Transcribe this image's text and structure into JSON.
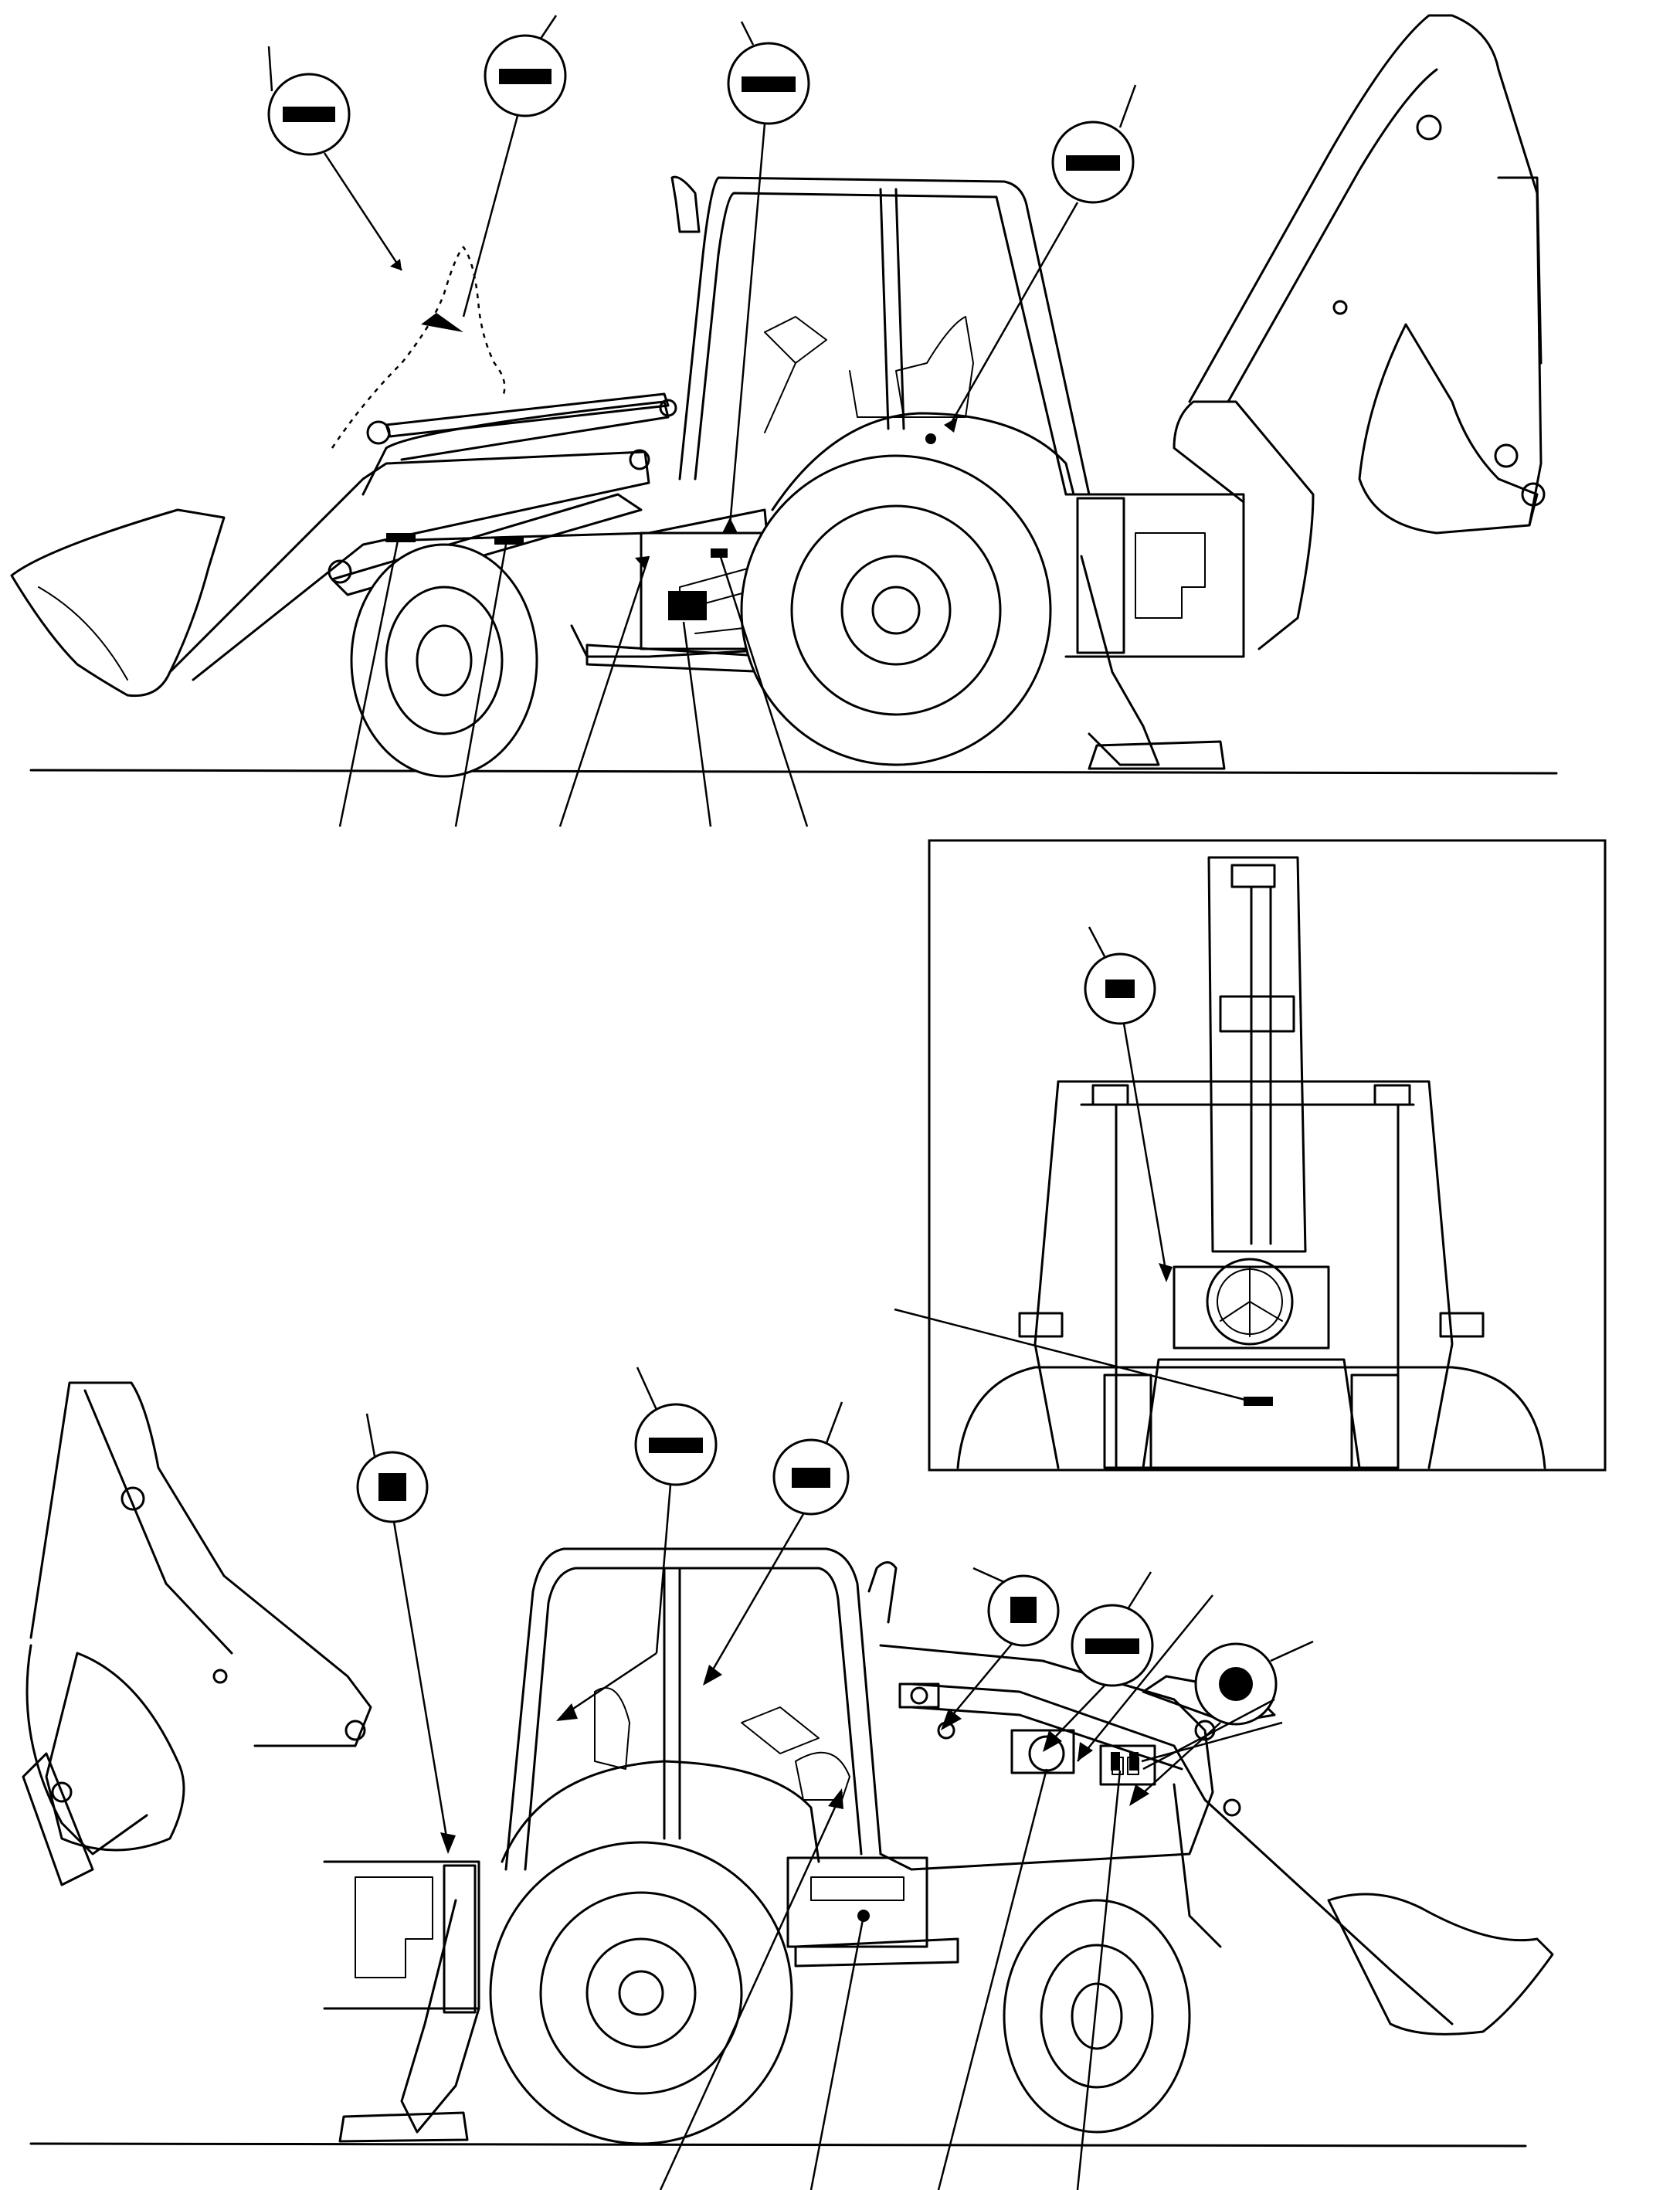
{
  "figure": {
    "views": [
      "side-view-left",
      "rear-view-inset",
      "side-view-right"
    ],
    "label_text_visible": false,
    "callouts_redacted": true
  },
  "colors": {
    "line": "#000000",
    "background": "#ffffff",
    "redaction": "#000000"
  },
  "callout_counts": {
    "top_view": 4,
    "rear_inset": 1,
    "bottom_view": 6
  },
  "leader_counts": {
    "top_view_bottom": 5,
    "rear_inset": 1,
    "bottom_view_bottom": 4,
    "bottom_view_right": 1
  }
}
